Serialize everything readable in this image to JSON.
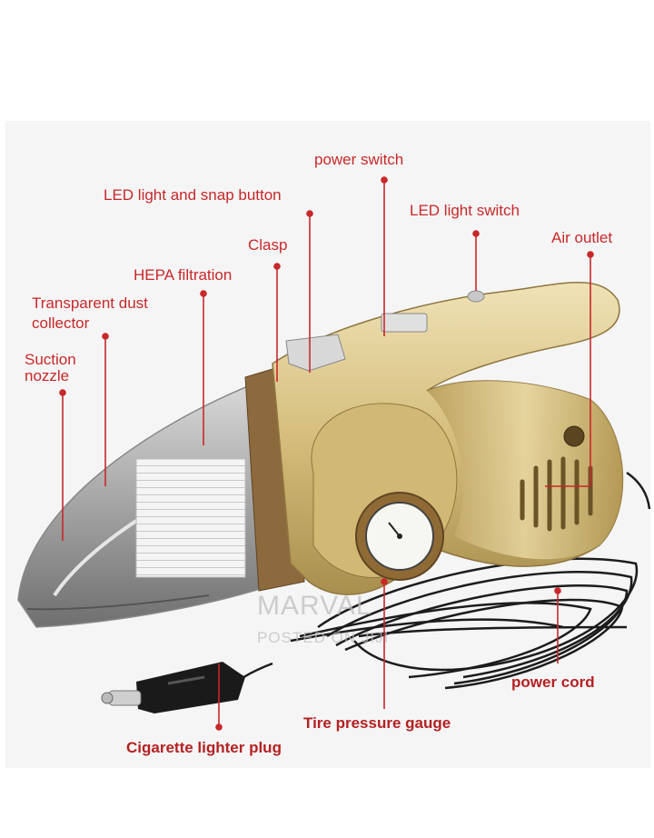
{
  "callouts": {
    "power_switch": "power switch",
    "led_snap_button": "LED light and snap button",
    "led_light_switch": "LED light switch",
    "clasp": "Clasp",
    "air_outlet": "Air outlet",
    "hepa_filtration": "HEPA filtration",
    "dust_collector_line1": "Transparent dust",
    "dust_collector_line2": "collector",
    "suction_nozzle_line1": "Suction",
    "suction_nozzle_line2": "nozzle",
    "power_cord": "power cord",
    "tire_pressure_gauge": "Tire pressure gauge",
    "cigarette_lighter_plug": "Cigarette lighter plug"
  },
  "watermark": {
    "line1": "MARVAL",
    "line2": "POSTED ON JIJI"
  },
  "colors": {
    "label_red": "#c8282a",
    "body_gold": "#d8c282",
    "background": "#ffffff",
    "panel": "#f5f5f5"
  }
}
